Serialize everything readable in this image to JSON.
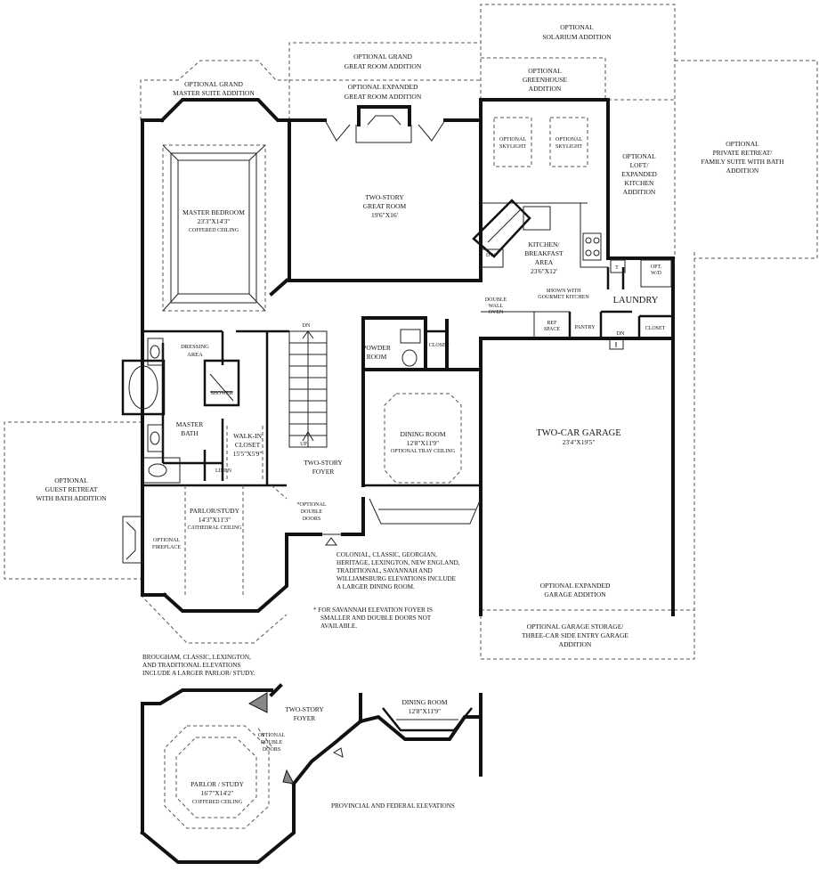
{
  "optional_additions": {
    "solarium": [
      "OPTIONAL",
      "SOLARIUM ADDITION"
    ],
    "grand_great_room": [
      "OPTIONAL GRAND",
      "GREAT ROOM ADDITION"
    ],
    "expanded_great_room": [
      "OPTIONAL EXPANDED",
      "GREAT ROOM ADDITION"
    ],
    "greenhouse": [
      "OPTIONAL",
      "GREENHOUSE",
      "ADDITION"
    ],
    "grand_master_suite": [
      "OPTIONAL GRAND",
      "MASTER SUITE ADDITION"
    ],
    "private_retreat": [
      "OPTIONAL",
      "PRIVATE RETREAT/",
      "FAMILY SUITE WITH BATH",
      "ADDITION"
    ],
    "loft_kitchen": [
      "OPTIONAL",
      "LOFT/",
      "EXPANDED",
      "KITCHEN",
      "ADDITION"
    ],
    "guest_retreat": [
      "OPTIONAL",
      "GUEST RETREAT",
      "WITH BATH ADDITION"
    ],
    "expanded_garage": [
      "OPTIONAL EXPANDED",
      "GARAGE ADDITION"
    ],
    "garage_storage": [
      "OPTIONAL GARAGE STORAGE/",
      "THREE-CAR SIDE ENTRY GARAGE",
      "ADDITION"
    ]
  },
  "rooms": {
    "great_room": {
      "name": [
        "TWO-STORY",
        "GREAT ROOM"
      ],
      "size": "19'6\"X16'"
    },
    "master_bedroom": {
      "name": "MASTER BEDROOM",
      "size": "23'3\"X14'3\"",
      "note": "COFFERED CEILING"
    },
    "kitchen": {
      "name": [
        "KITCHEN/",
        "BREAKFAST",
        "AREA"
      ],
      "size": "23'6\"X12'"
    },
    "skylight_left": [
      "OPTIONAL",
      "SKYLIGHT"
    ],
    "skylight_right": [
      "OPTIONAL",
      "SKYLIGHT"
    ],
    "dw": "DW",
    "double_wall_oven": [
      "DOUBLE",
      "WALL",
      "OVEN"
    ],
    "gourmet": [
      "SHOWN WITH",
      "GOURMET KITCHEN"
    ],
    "laundry": "LAUNDRY",
    "laundry_t": "T",
    "laundry_wd": [
      "OPT.",
      "W/D"
    ],
    "ref_space": [
      "REF",
      "SPACE"
    ],
    "pantry": "PANTRY",
    "dn_laundry": "DN",
    "closet_laundry": "CLOSET",
    "powder_room": [
      "POWDER",
      "ROOM"
    ],
    "closet_powder": "CLOSET",
    "dining_room": {
      "name": "DINING ROOM",
      "size": "12'8\"X11'9\"",
      "note": "OPTIONAL TRAY CEILING"
    },
    "garage": {
      "name": "TWO-CAR GARAGE",
      "size": "23'4\"X19'5\""
    },
    "dressing_area": [
      "DRESSING",
      "AREA"
    ],
    "shower": "SHOWER",
    "master_bath": [
      "MASTER",
      "BATH"
    ],
    "walk_in_closet": {
      "name": [
        "WALK-IN",
        "CLOSET"
      ],
      "size": "15'5\"X5'9\""
    },
    "linen": "LINEN",
    "foyer": [
      "TWO-STORY",
      "FOYER"
    ],
    "stair_dn": "DN",
    "stair_up": "UP",
    "optional_double_doors": [
      "*OPTIONAL",
      "DOUBLE",
      "DOORS"
    ],
    "parlor": {
      "name": "PARLOR/STUDY",
      "size": "14'3\"X11'3\"",
      "note": "CATHEDRAL CEILING"
    },
    "optional_fireplace": [
      "OPTIONAL",
      "FIREPLACE"
    ]
  },
  "notes": {
    "elevations_dining": [
      "COLONIAL, CLASSIC, GEORGIAN,",
      "HERITAGE, LEXINGTON, NEW ENGLAND,",
      "TRADITIONAL, SAVANNAH AND",
      "WILLIAMSBURG ELEVATIONS INCLUDE",
      "A LARGER DINING ROOM."
    ],
    "savannah": [
      "* FOR SAVANNAH ELEVATION FOYER IS",
      "SMALLER AND DOUBLE DOORS NOT",
      "AVAILABLE."
    ],
    "larger_parlor": [
      "BROUGHAM, CLASSIC, LEXINGTON,",
      "AND TRADITIONAL ELEVATIONS",
      "INCLUDE A LARGER PARLOR/ STUDY."
    ],
    "provincial": "PROVINCIAL AND FEDERAL ELEVATIONS"
  },
  "inset": {
    "foyer": [
      "TWO-STORY",
      "FOYER"
    ],
    "dining_room": {
      "name": "DINING ROOM",
      "size": "12'8\"X11'9\""
    },
    "double_doors": [
      "OPTIONAL",
      "DOUBLE",
      "DOORS"
    ],
    "parlor": {
      "name": "PARLOR / STUDY",
      "size": "16'7\"X14'2\"",
      "note": "COFFERED CEILING"
    }
  }
}
